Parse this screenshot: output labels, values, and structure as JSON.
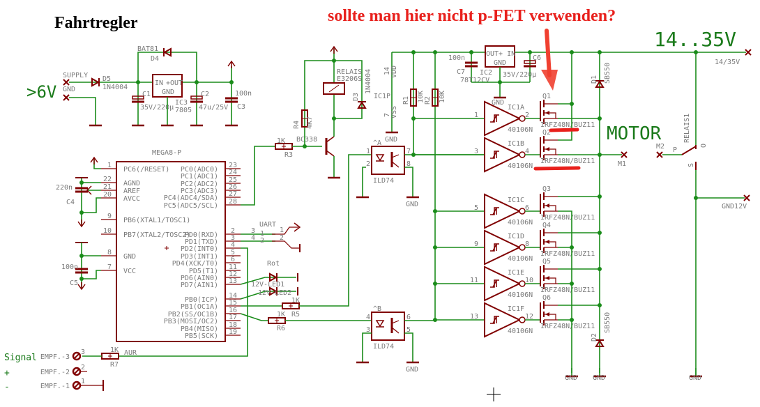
{
  "title": "Fahrtregler",
  "annotation": "sollte man hier nicht p-FET verwenden?",
  "colors": {
    "wire": "#1a8c1a",
    "part": "#800000",
    "label": "#7a7a7a",
    "net_label": "#1a7a1a",
    "annotation": "#f04030",
    "title": "#000000"
  },
  "power": {
    "supply_voltage": ">6V",
    "supply_label": "SUPPLY",
    "gnd_label": "GND",
    "motor_voltage": "14..35V",
    "motor_net": "14/35V",
    "gnd12": "GND12V",
    "motor": "MOTOR"
  },
  "parts": {
    "bat81": "BAT81",
    "d4": "D4",
    "d5": "D5",
    "d5_value": "1N4004",
    "c1": "C1",
    "c1_value": "35V/220µ",
    "ic3": "IC3",
    "ic3_value": "7805",
    "ic3_in": "IN",
    "ic3_out": "+OUT",
    "ic3_gnd": "GND",
    "c2": "C2",
    "c2_value": "47u/25V",
    "c3": "C3",
    "c3_value": "100n",
    "mega": "MEGA8-P",
    "c4": "C4",
    "c4_value": "220n",
    "c5": "C5",
    "c5_value": "100n",
    "r3": "R3",
    "r3_value": "1K",
    "r4": "R4",
    "r4_value": "4K7",
    "bc338": "BC338",
    "relay": "RELAIS",
    "relay_value": "E3206S",
    "d3": "D3",
    "d3_value": "1N4004",
    "ic1p": "IC1P",
    "vdd_pin": "14",
    "vdd": "VDD",
    "vss_pin": "7",
    "vss": "VSS",
    "r1": "R1",
    "r1_value": "10K",
    "r2": "R2",
    "r2_value": "10K",
    "c7": "C7",
    "c7_value": "100n",
    "ic2": "IC2",
    "ic2_value": "78T12CV",
    "ic2_pins": "OUT+ IN",
    "ic2_gnd": "GND",
    "c6": "C6",
    "c6_value": "35V/220µ",
    "optoA": "^A",
    "optoB": "^B",
    "ild74": "ILD74",
    "d1": "D1",
    "d1_value": "SB550",
    "d2": "D2",
    "d2_value": "SB550",
    "m1": "M1",
    "m2": "M2",
    "relais1": "RELAIS1",
    "relay_p": "P",
    "relay_o": "O",
    "relay_s": "S",
    "uart": "UART",
    "rot": "Rot",
    "led1": "12V-LED1",
    "led2": "12V-LED2",
    "r5": "R5",
    "r5_value": "1K",
    "r6": "R6",
    "r6_value": "1K",
    "r7": "R7",
    "r7_value": "1K",
    "aur": "AUR",
    "gnd": "GND",
    "inverter_value": "40106N",
    "mosfet_value": "IRFZ48N/BUZ11"
  },
  "mega_left_pins": [
    {
      "num": "1",
      "name": "PC6(/RESET)"
    },
    {
      "num": "22",
      "name": "AGND"
    },
    {
      "num": "21",
      "name": "AREF"
    },
    {
      "num": "20",
      "name": "AVCC"
    },
    {
      "num": "9",
      "name": "PB6(XTAL1/TOSC1)"
    },
    {
      "num": "10",
      "name": "PB7(XTAL2/TOSC2)"
    },
    {
      "num": "8",
      "name": "GND"
    },
    {
      "num": "7",
      "name": "VCC"
    }
  ],
  "mega_right_pins": [
    {
      "num": "23",
      "name": "PC0(ADC0)"
    },
    {
      "num": "24",
      "name": "PC1(ADC1)"
    },
    {
      "num": "25",
      "name": "PC2(ADC2)"
    },
    {
      "num": "26",
      "name": "PC3(ADC3)"
    },
    {
      "num": "27",
      "name": "PC4(ADC4/SDA)"
    },
    {
      "num": "28",
      "name": "PC5(ADC5/SCL)"
    },
    {
      "num": "2",
      "name": "PD0(RXD)"
    },
    {
      "num": "3",
      "name": "PD1(TXD)"
    },
    {
      "num": "4",
      "name": "PD2(INT0)"
    },
    {
      "num": "5",
      "name": "PD3(INT1)"
    },
    {
      "num": "6",
      "name": "PD4(XCK/T0)"
    },
    {
      "num": "11",
      "name": "PD5(T1)"
    },
    {
      "num": "12",
      "name": "PD6(AIN0)"
    },
    {
      "num": "13",
      "name": "PD7(AIN1)"
    },
    {
      "num": "14",
      "name": "PB0(ICP)"
    },
    {
      "num": "15",
      "name": "PB1(OC1A)"
    },
    {
      "num": "16",
      "name": "PB2(SS/OC1B)"
    },
    {
      "num": "17",
      "name": "PB3(MOSI/OC2)"
    },
    {
      "num": "18",
      "name": "PB4(MISO)"
    },
    {
      "num": "19",
      "name": "PB5(SCK)"
    }
  ],
  "inverters": [
    {
      "name": "IC1A",
      "in": "1",
      "out": "2"
    },
    {
      "name": "IC1B",
      "in": "3",
      "out": "4"
    },
    {
      "name": "IC1C",
      "in": "5",
      "out": "6"
    },
    {
      "name": "IC1D",
      "in": "9",
      "out": "8"
    },
    {
      "name": "IC1E",
      "in": "11",
      "out": "10"
    },
    {
      "name": "IC1F",
      "in": "13",
      "out": "12"
    }
  ],
  "mosfets": [
    "Q1",
    "Q2",
    "Q3",
    "Q4",
    "Q5",
    "Q6"
  ],
  "opto_pins": {
    "a": [
      "1",
      "2",
      "7",
      "8"
    ],
    "b": [
      "4",
      "3",
      "6",
      "5"
    ]
  },
  "uart_pins": [
    "3",
    "1",
    "4",
    "2",
    "1",
    "2"
  ],
  "receiver": {
    "terminals": [
      "EMPF.-3",
      "EMPF.-2",
      "EMPF.-1"
    ],
    "terminal_nums": [
      "3",
      "2",
      "1"
    ],
    "net_labels": [
      "Signal",
      "+",
      "-"
    ]
  }
}
